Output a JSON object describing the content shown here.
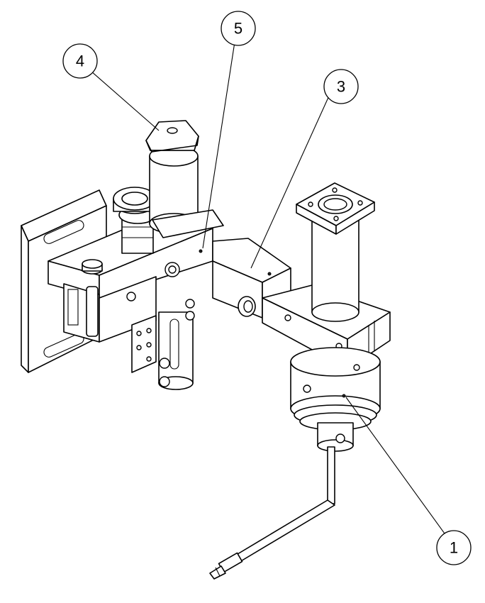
{
  "balloons": [
    {
      "label": "1"
    },
    {
      "label": "3"
    },
    {
      "label": "4"
    },
    {
      "label": "5"
    }
  ]
}
